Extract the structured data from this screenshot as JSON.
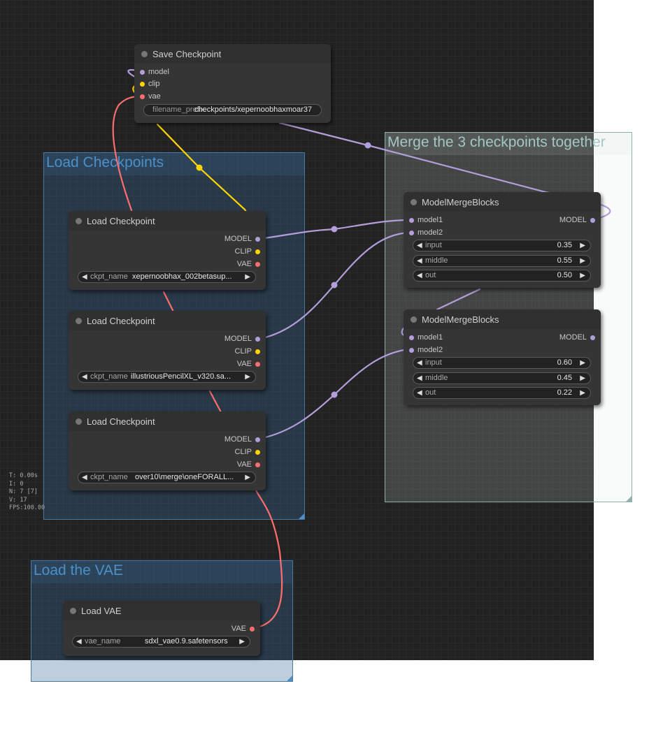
{
  "colors": {
    "model": "#b39ddb",
    "clip": "#ffd500",
    "vae": "#ff6e6e",
    "canvas": "#222222"
  },
  "stats": {
    "t": "T: 0.00s",
    "i": "I: 0",
    "n": "N: 7 [7]",
    "v": "V: 17",
    "fps": "FPS:100.00"
  },
  "groups": {
    "load_checkpoints": {
      "title": "Load Checkpoints"
    },
    "merge": {
      "title": "Merge the 3 checkpoints together"
    },
    "load_vae": {
      "title": "Load the VAE"
    }
  },
  "save_checkpoint": {
    "title": "Save Checkpoint",
    "inputs": [
      "model",
      "clip",
      "vae"
    ],
    "filename_label": "filename_prefix",
    "filename_value": "checkpoints/xepernoobhaxmoar37"
  },
  "load_checkpoint_1": {
    "title": "Load Checkpoint",
    "outputs": [
      "MODEL",
      "CLIP",
      "VAE"
    ],
    "widget_label": "ckpt_name",
    "widget_value": "xepernoobhax_002betasup..."
  },
  "load_checkpoint_2": {
    "title": "Load Checkpoint",
    "outputs": [
      "MODEL",
      "CLIP",
      "VAE"
    ],
    "widget_label": "ckpt_name",
    "widget_value": "illustriousPencilXL_v320.sa..."
  },
  "load_checkpoint_3": {
    "title": "Load Checkpoint",
    "outputs": [
      "MODEL",
      "CLIP",
      "VAE"
    ],
    "widget_label": "ckpt_name",
    "widget_value": "over10\\merge\\oneFORALL..."
  },
  "merge_1": {
    "title": "ModelMergeBlocks",
    "inputs": [
      "model1",
      "model2"
    ],
    "output": "MODEL",
    "widgets": [
      {
        "label": "input",
        "value": "0.35"
      },
      {
        "label": "middle",
        "value": "0.55"
      },
      {
        "label": "out",
        "value": "0.50"
      }
    ]
  },
  "merge_2": {
    "title": "ModelMergeBlocks",
    "inputs": [
      "model1",
      "model2"
    ],
    "output": "MODEL",
    "widgets": [
      {
        "label": "input",
        "value": "0.60"
      },
      {
        "label": "middle",
        "value": "0.45"
      },
      {
        "label": "out",
        "value": "0.22"
      }
    ]
  },
  "load_vae": {
    "title": "Load VAE",
    "output": "VAE",
    "widget_label": "vae_name",
    "widget_value": "sdxl_vae0.9.safetensors"
  }
}
